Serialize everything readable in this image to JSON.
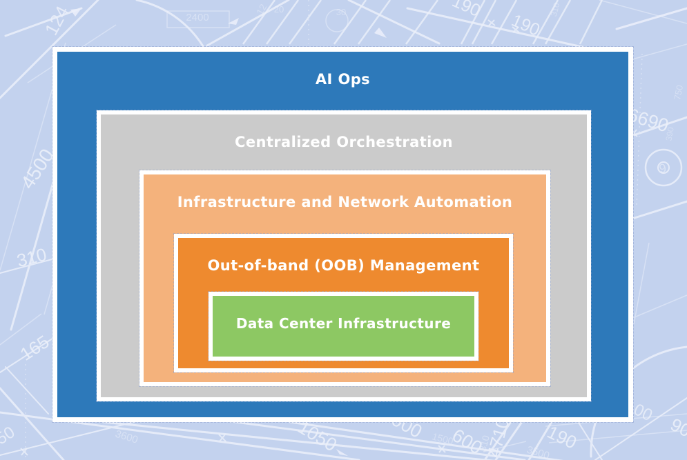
{
  "diagram": {
    "layers": [
      {
        "label": "AI Ops",
        "color": "#2d79ba"
      },
      {
        "label": "Centralized Orchestration",
        "color": "#cbcbcb"
      },
      {
        "label": "Infrastructure and Network Automation",
        "color": "#f4b27c"
      },
      {
        "label": "Out-of-band (OOB) Management",
        "color": "#ee8a2f"
      },
      {
        "label": "Data Center Infrastructure",
        "color": "#8dc863"
      }
    ],
    "label_color": "#ffffff",
    "border_color": "#ffffff"
  },
  "background": {
    "style": "architectural blueprint drawing",
    "base_color": "#c3d2ee",
    "line_color": "#ecf0fa",
    "numbers": [
      "124",
      "12",
      "2400",
      "20",
      "20",
      "30",
      "190",
      "190",
      "310",
      "6690",
      "750",
      "390",
      "9",
      "4500",
      "310",
      "165",
      "50",
      "3600",
      "1050",
      "900",
      "600",
      "1500",
      "310",
      "4710",
      "3500",
      "190",
      "00",
      "90"
    ]
  }
}
